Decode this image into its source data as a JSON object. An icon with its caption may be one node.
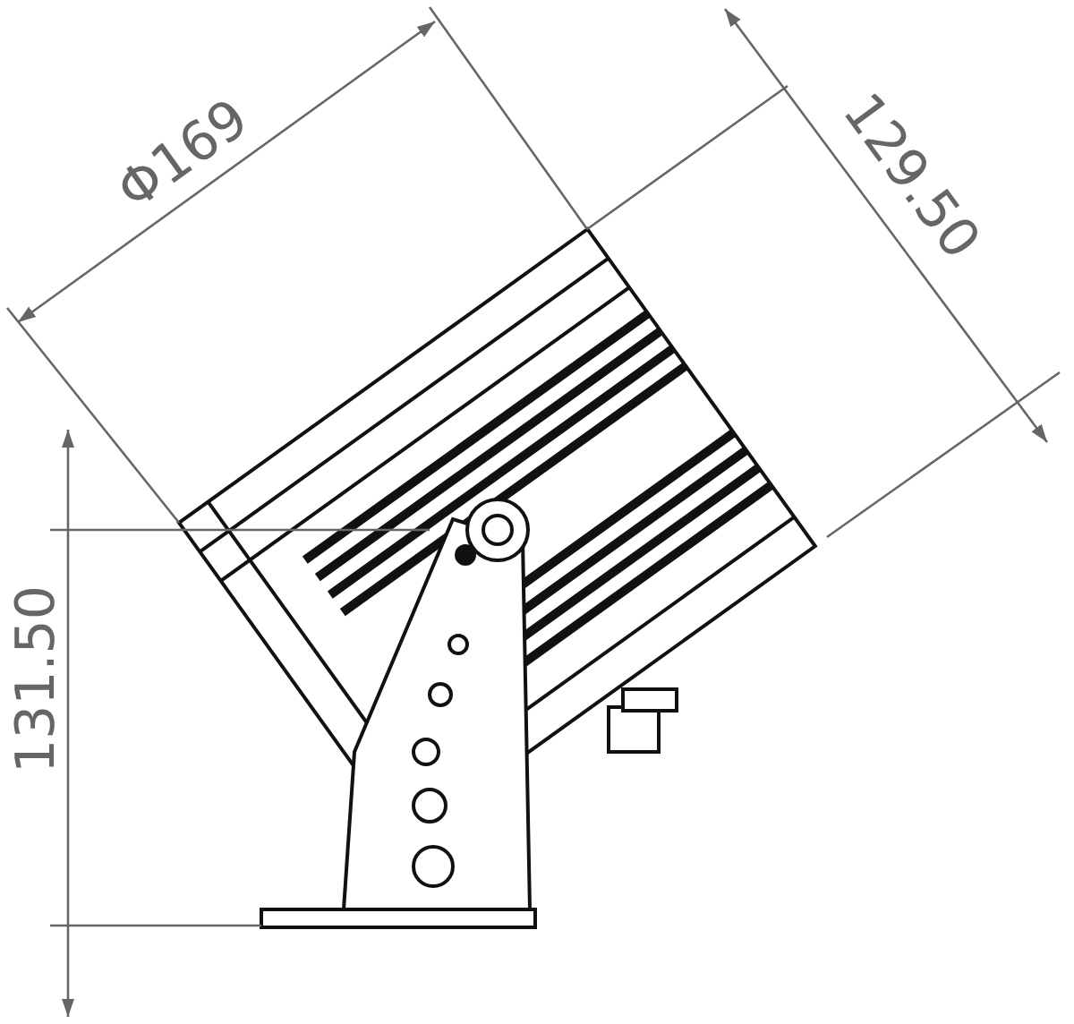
{
  "diagram": {
    "labels": [
      "Φ169",
      "129.50",
      "131.50"
    ]
  }
}
